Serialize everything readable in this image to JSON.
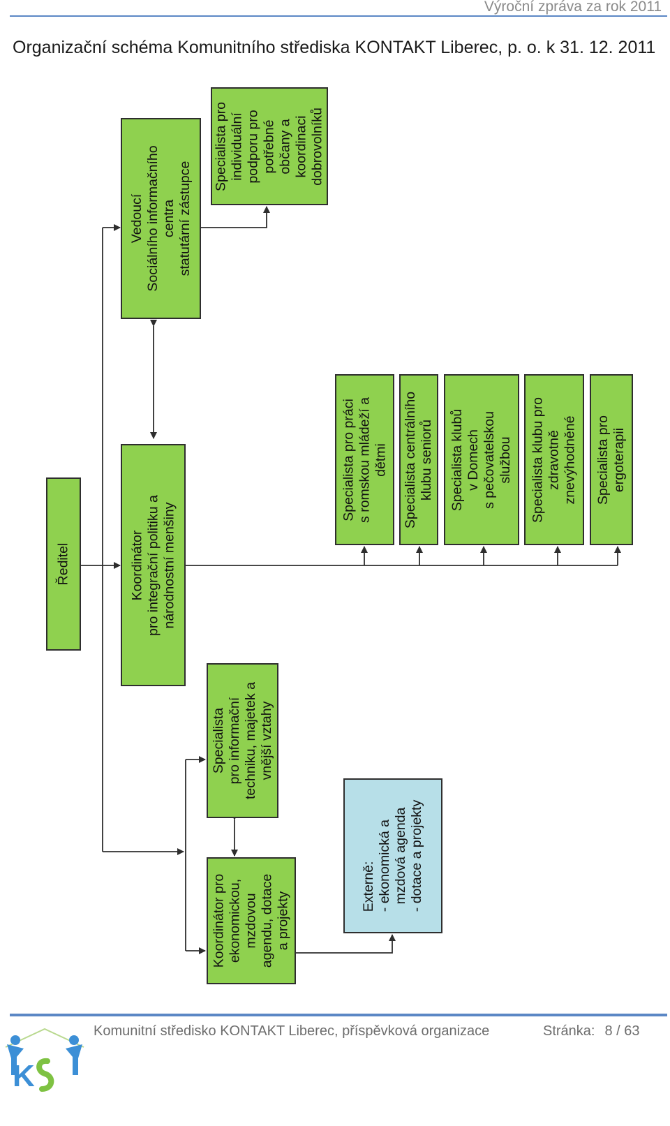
{
  "header": {
    "running_title": "Výroční zpráva za rok 2011"
  },
  "document": {
    "title": "Organizační schéma Komunitního střediska KONTAKT Liberec, p. o. k 31. 12. 2011"
  },
  "org_chart": {
    "boxes": {
      "reditel": "Ředitel",
      "vedouci_sic": "Vedoucí\nSociálního informačního\ncentra\nstatutární zástupce",
      "specialista_dobrovolnici": "Specialista pro\nindividuální\npodporu pro\npotřebné\nobčany a\nkoordinaci\ndobrovolníků",
      "koordinator_mensiny": "Koordinátor\npro integrační politiku a\nnárodnostní menšiny",
      "specialista_romska_mladez": "Specialista pro práci\ns romskou mládeží a\ndětmi",
      "specialista_klub_senioru": "Specialista centrálního\nklubu seniorů",
      "specialista_kluby_domy": "Specialista klubů\nv Domech\ns pečovatelskou\nslužbou",
      "specialista_klub_zdravotne": "Specialista klubu pro\nzdravotně\nznevýhodněné",
      "specialista_ergoterapie": "Specialista pro\nergoterapii",
      "specialista_it": "Specialista\npro informační\ntechniku, majetek a\nvnější vztahy",
      "koordinator_ekonomicka": "Koordinátor pro\nekonomickou,\nmzdovou\nagendu, dotace\na projekty",
      "externe": "Externě:\n- ekonomická a\n  mzdová agenda\n- dotace a projekty"
    },
    "colors": {
      "staff_box": "#8fd14f",
      "external_box": "#b7dfe8",
      "line": "#2e2e2e"
    }
  },
  "footer": {
    "organization": "Komunitní středisko KONTAKT Liberec, příspěvková organizace",
    "page_label": "Stránka:",
    "page_number": "8 / 63"
  },
  "logo": {
    "text": "KS",
    "icon": "kontakt-logo-icon"
  }
}
